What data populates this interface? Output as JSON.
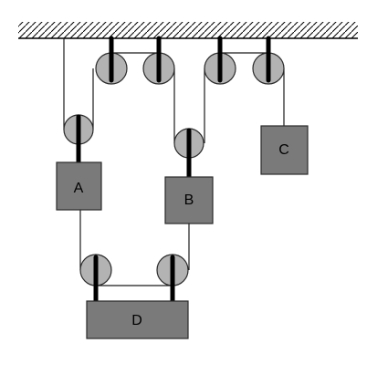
{
  "blocks": {
    "a": {
      "label": "A"
    },
    "b": {
      "label": "B"
    },
    "c": {
      "label": "C"
    },
    "d": {
      "label": "D"
    }
  },
  "colors": {
    "block_fill": "#7a7a7a",
    "pulley_fill": "#b3b3b3",
    "rope": "#1a1a1a",
    "axle": "#000000"
  }
}
